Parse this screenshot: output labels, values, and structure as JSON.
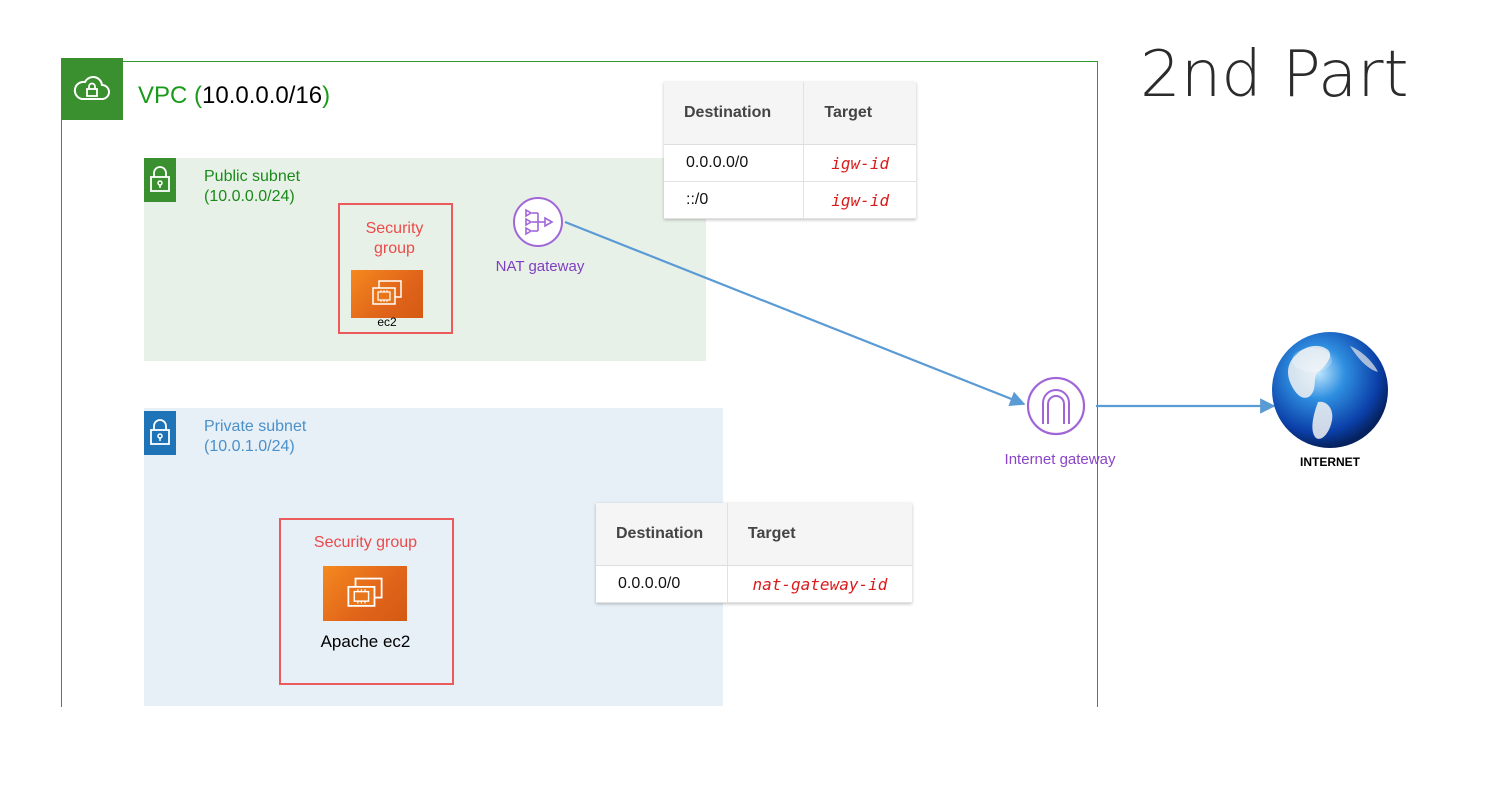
{
  "slide": {
    "title": "2nd Part"
  },
  "vpc": {
    "label_prefix": "VPC ",
    "paren_open": "(",
    "cidr": "10.0.0.0/16",
    "paren_close": ")",
    "icon": "cloud-lock-icon",
    "color": "#3a8f2f"
  },
  "public_subnet": {
    "name": "Public subnet",
    "cidr": "(10.0.0.0/24)",
    "icon": "lock-icon",
    "color": "#3a8f2f",
    "security_group": {
      "label": "Security\ngroup",
      "instance_label": "ec2",
      "icon": "ec2-instance-icon"
    },
    "nat_gateway": {
      "label": "NAT gateway",
      "icon": "nat-gateway-icon"
    }
  },
  "private_subnet": {
    "name": "Private subnet",
    "cidr": "(10.0.1.0/24)",
    "icon": "lock-icon",
    "color": "#1f73b7",
    "security_group": {
      "label": "Security group",
      "instance_label": "Apache ec2",
      "icon": "ec2-instance-icon"
    }
  },
  "internet_gateway": {
    "label": "Internet gateway",
    "icon": "internet-gateway-icon"
  },
  "internet": {
    "label": "INTERNET",
    "icon": "globe-icon"
  },
  "route_table_public": {
    "headers": [
      "Destination",
      "Target"
    ],
    "rows": [
      {
        "destination": "0.0.0.0/0",
        "target": "igw-id"
      },
      {
        "destination": "::/0",
        "target": "igw-id"
      }
    ]
  },
  "route_table_private": {
    "headers": [
      "Destination",
      "Target"
    ],
    "rows": [
      {
        "destination": "0.0.0.0/0",
        "target": "nat-gateway-id"
      }
    ]
  },
  "colors": {
    "arrow": "#5b9bd5",
    "security_group": "#ec5b5b",
    "nat": "#a066d8"
  }
}
